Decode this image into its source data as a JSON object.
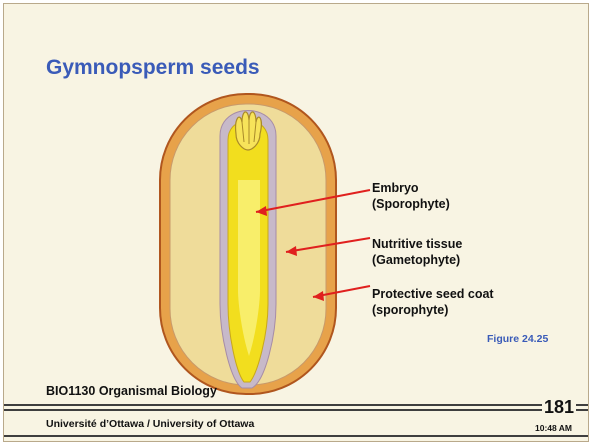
{
  "slide": {
    "title": "Gymnopsperm seeds",
    "labels": {
      "embryo_line1": "Embryo",
      "embryo_line2": "(Sporophyte)",
      "nutritive_line1": "Nutritive tissue",
      "nutritive_line2": "(Gametophyte)",
      "coat_line1": "Protective seed coat",
      "coat_line2": "(sporophyte)"
    },
    "figure_caption": "Figure 24.25"
  },
  "footer": {
    "course": "BIO1130 Organismal Biology",
    "university": "Université d’Ottawa / University of Ottawa",
    "page_number": "181",
    "time": "10:48 AM"
  },
  "colors": {
    "title": "#3a5bb8",
    "arrow": "#e0201e",
    "seed_coat": "#e7a24a",
    "seed_coat_outline": "#b0561e",
    "nutritive_tissue": "#efdc9a",
    "embryo": "#f2de1e"
  }
}
